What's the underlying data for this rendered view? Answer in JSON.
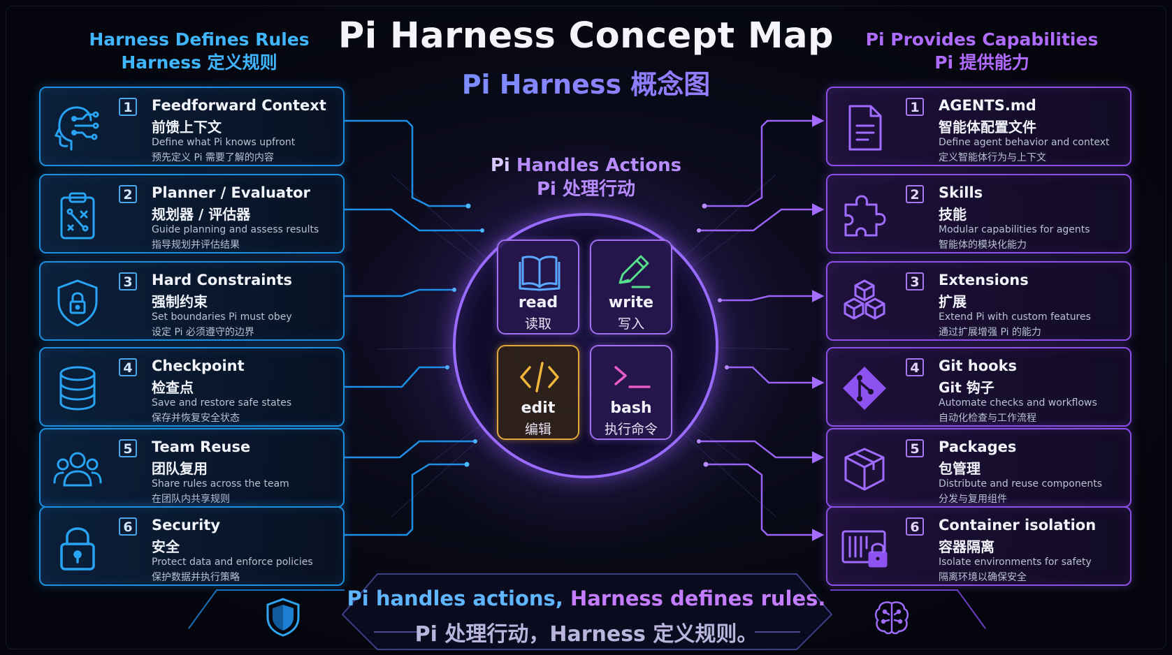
{
  "title": "Pi Harness Concept Map",
  "subtitle": "Pi Harness 概念图",
  "left_header": {
    "en": "Harness Defines Rules",
    "zh": "Harness 定义规则"
  },
  "right_header": {
    "en": "Pi Provides Capabilities",
    "zh": "Pi 提供能力"
  },
  "center_header": {
    "pi": "Pi",
    "en": " Handles Actions",
    "zh": "Pi 处理行动"
  },
  "left_cards": [
    {
      "num": "1",
      "title_en": "Feedforward Context",
      "title_zh": "前馈上下文",
      "desc_en": "Define what Pi knows upfront",
      "desc_zh": "预先定义 Pi 需要了解的内容",
      "icon": "head-circuit-icon"
    },
    {
      "num": "2",
      "title_en": "Planner / Evaluator",
      "title_zh": "规划器 / 评估器",
      "desc_en": "Guide planning and assess results",
      "desc_zh": "指导规划并评估结果",
      "icon": "clipboard-plan-icon"
    },
    {
      "num": "3",
      "title_en": "Hard Constraints",
      "title_zh": "强制约束",
      "desc_en": "Set boundaries Pi must obey",
      "desc_zh": "设定 Pi 必须遵守的边界",
      "icon": "shield-lock-icon"
    },
    {
      "num": "4",
      "title_en": "Checkpoint",
      "title_zh": "检查点",
      "desc_en": "Save and restore safe states",
      "desc_zh": "保存并恢复安全状态",
      "icon": "database-icon"
    },
    {
      "num": "5",
      "title_en": "Team Reuse",
      "title_zh": "团队复用",
      "desc_en": "Share rules across the team",
      "desc_zh": "在团队内共享规则",
      "icon": "team-icon"
    },
    {
      "num": "6",
      "title_en": "Security",
      "title_zh": "安全",
      "desc_en": "Protect data and enforce policies",
      "desc_zh": "保护数据并执行策略",
      "icon": "padlock-icon"
    }
  ],
  "right_cards": [
    {
      "num": "1",
      "title_en": "AGENTS.md",
      "title_zh": "智能体配置文件",
      "desc_en": "Define agent behavior and context",
      "desc_zh": "定义智能体行为与上下文",
      "icon": "document-icon"
    },
    {
      "num": "2",
      "title_en": "Skills",
      "title_zh": "技能",
      "desc_en": "Modular capabilities for agents",
      "desc_zh": "智能体的模块化能力",
      "icon": "puzzle-icon"
    },
    {
      "num": "3",
      "title_en": "Extensions",
      "title_zh": "扩展",
      "desc_en": "Extend Pi with custom features",
      "desc_zh": "通过扩展增强 Pi 的能力",
      "icon": "cubes-icon"
    },
    {
      "num": "4",
      "title_en": "Git hooks",
      "title_zh": "Git 钩子",
      "desc_en": "Automate checks and workflows",
      "desc_zh": "自动化检查与工作流程",
      "icon": "git-icon"
    },
    {
      "num": "5",
      "title_en": "Packages",
      "title_zh": "包管理",
      "desc_en": "Distribute and reuse components",
      "desc_zh": "分发与复用组件",
      "icon": "package-box-icon"
    },
    {
      "num": "6",
      "title_en": "Container isolation",
      "title_zh": "容器隔离",
      "desc_en": "Isolate environments for safety",
      "desc_zh": "隔离环境以确保安全",
      "icon": "container-lock-icon"
    }
  ],
  "tools": [
    {
      "en": "read",
      "zh": "读取",
      "icon": "book-icon"
    },
    {
      "en": "write",
      "zh": "写入",
      "icon": "pencil-icon"
    },
    {
      "en": "edit",
      "zh": "编辑",
      "icon": "code-brackets-icon"
    },
    {
      "en": "bash",
      "zh": "执行命令",
      "icon": "terminal-icon"
    }
  ],
  "banner": {
    "line1_a": "Pi handles actions,",
    "line1_b": " Harness defines rules.",
    "line2": "Pi 处理行动，Harness 定义规则。"
  },
  "colors": {
    "left_accent": "#1d8fe0",
    "right_accent": "#8d4fe8",
    "edit_accent": "#e2a93a",
    "center_ring": "#9a6bff"
  }
}
